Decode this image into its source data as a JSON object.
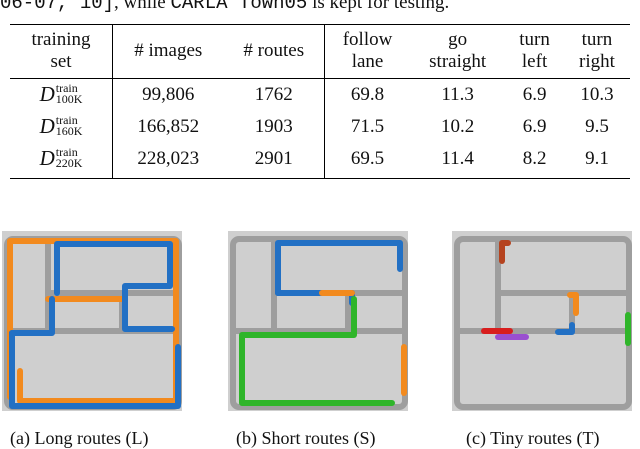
{
  "intro": {
    "code": "06-07, 10]",
    "text": ", while ",
    "code2": "CARLA Town05",
    "text2": " is kept for testing."
  },
  "table": {
    "headers": [
      [
        "training",
        "set"
      ],
      [
        "# images",
        ""
      ],
      [
        "# routes",
        ""
      ],
      [
        "follow",
        "lane"
      ],
      [
        "go",
        "straight"
      ],
      [
        "turn",
        "left"
      ],
      [
        "turn",
        "right"
      ]
    ],
    "rows": [
      {
        "set_base": "D",
        "set_sup": "train",
        "set_sub": "100K",
        "images": "99,806",
        "routes": "1762",
        "follow": "69.8",
        "go": "11.3",
        "left": "6.9",
        "right": "10.3"
      },
      {
        "set_base": "D",
        "set_sup": "train",
        "set_sub": "160K",
        "images": "166,852",
        "routes": "1903",
        "follow": "71.5",
        "go": "10.2",
        "left": "6.9",
        "right": "9.5"
      },
      {
        "set_base": "D",
        "set_sup": "train",
        "set_sub": "220K",
        "images": "228,023",
        "routes": "2901",
        "follow": "69.5",
        "go": "11.4",
        "left": "8.2",
        "right": "9.1"
      }
    ]
  },
  "figures": [
    {
      "caption": "(a) Long routes (L)"
    },
    {
      "caption": "(b) Short routes (S)"
    },
    {
      "caption": "(c) Tiny routes (T)"
    }
  ],
  "colors": {
    "road": "#9e9e9e",
    "block": "#cfcfcf",
    "orange": "#f28a1e",
    "blue": "#2270c4",
    "green": "#2fb52a",
    "red": "#d81e1e",
    "purple": "#9a4fd0",
    "brown": "#b5431f"
  }
}
